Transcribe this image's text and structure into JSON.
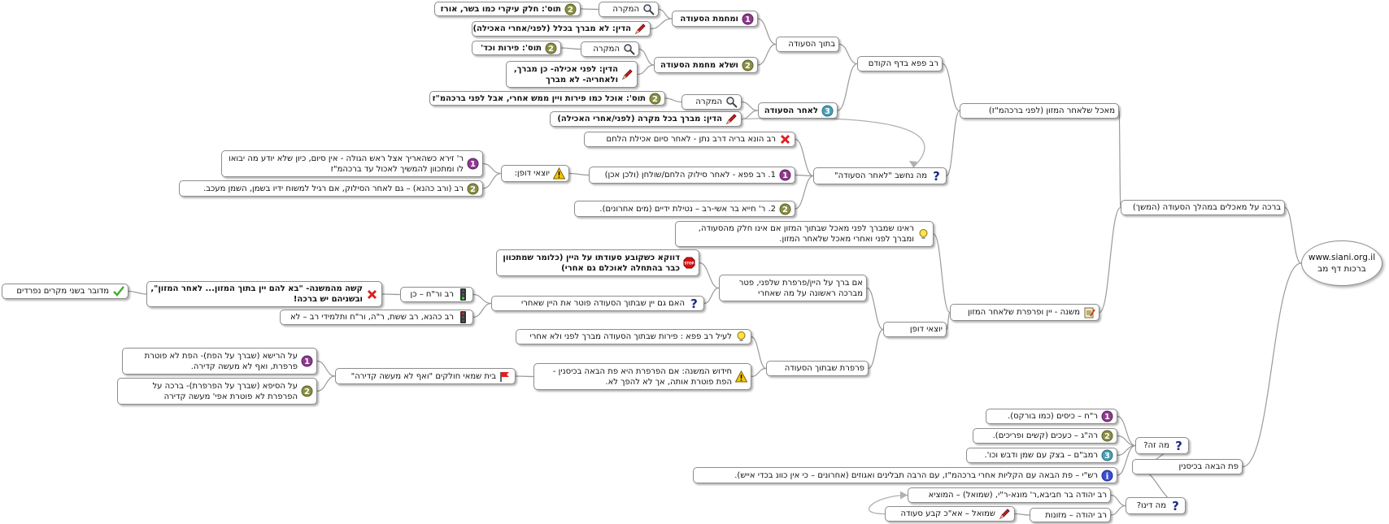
{
  "root": {
    "line1": "www.siani.org.il",
    "line2": "ברכות דף מב"
  },
  "nodes": {
    "b1": "ברכה על מאכלים במהלך הסעודה (המשך)",
    "b1_1": "מאכל שלאחר המזון (לפני ברכהמ\"ז)",
    "rp": "רב פפא בדף הקודם",
    "btoch": "בתוך הסעודה",
    "umach": "ומחמת הסעודה",
    "umach_mikre": "המקרה",
    "umach_tos": "תוס': חלק עיקרי כמו בשר, אורז",
    "umach_din": "הדין: לא מברך בכלל (לפני/אחרי האכילה)",
    "vlo": "ושלא מחמת הסעודה",
    "vlo_mikre": "המקרה",
    "vlo_tos": "תוס': פירות וכד'",
    "vlo_din": "הדין: לפני אכילה- כן מברך, ולאחריה- לא מברך",
    "achar": "לאחר הסעודה",
    "achar_mikre": "המקרה",
    "achar_tos": "תוס': אוכל כמו פירות ויין ממש אחרי, אבל לפני ברכהמ\"ז",
    "achar_din": "הדין: מברך בכל מקרה (לפני/אחרי האכילה)",
    "mah": "מה נחשב \"לאחר הסעודה\"",
    "rh": "רב הונא בריה דרב נתן - לאחר סיום אכילת הלחם",
    "rp1": "1. רב פפא - לאחר סילוק הלחם/שולחן (ולכן אכן)",
    "rchiya": "2. ר' חייא בר אשי-רב – נטילת ידיים (מים אחרונים).",
    "yotzei1": "יוצאי דופן:",
    "rz": "ר' זירא כשהאריך אצל ראש הגולה - אין סיום, כיון שלא יודע מה יבואו לו ומתכוון להמשיך לאכול עד ברכהמ\"ז",
    "rav": "רב (ורב כהנא) – גם לאחר הסילוק, אם רגיל למשוח ידיו בשמן, השמן מעכב.",
    "mishna": "משנה - יין ופרפרת שלאחר המזון",
    "raino": "ראינו שמברך לפני מאכל שבתוך המזון אם אינו חלק מהסעודה, ומברך לפני ואחרי מאכל שלאחר המזון.",
    "yotzei2": "יוצאי דופן",
    "barach": "אם ברך על היין/פרפרת שלפני, פטר מברכה ראשונה על מה שאחרי",
    "duka": "דווקא כשקובע סעודתו על היין (כלומר שמתכוון כבר בהתחלה לאוכלם גם אחרי)",
    "haim": "האם גם יין שבתוך הסעודה פוטר את היין שאחרי",
    "rav_rch": "רב ור\"ח – כן",
    "kashe": "קשה מהמשנה- \"בא להם יין בתוך המזון... לאחר המזון\", ובשניהם יש ברכה!",
    "medubar": "מדובר בשני מקרים נפרדים",
    "rk": "רב כהנא, רב ששת, ר\"ה, ור\"ח ותלמידי רב – לא",
    "parperet": "פרפרת שבתוך הסעודה",
    "leil": "לעיל רב פפא : פירות שבתוך הסעודה מברך לפני ולא אחרי",
    "chidush": "חידוש המשנה: אם הפרפרת היא פת הבאה בכיסנין - הפת פוטרת אותה, אך לא להפך לא.",
    "beit": "בית שמאי חולקים \"ואף לא מעשה קדירה\"",
    "resha": "על הרישא (שברך על הפת)- הפת לא פוטרת פרפרת, ואף לא מעשה קדירה.",
    "seifa": "על הסיפא (שברך על הפרפרת)- ברכה על הפרפרת לא פוטרת אפי' מעשה קדירה",
    "pat": "פת הבאה בכיסנין",
    "mahi": "מה זה?",
    "r_h": "ר\"ח – כיסים (כמו בורקס).",
    "r_h2": "רה\"ג – כעכים (קשים ופריכים).",
    "r_mb": "רמב\"ם – בצק עם שמן ודבש וכו'.",
    "rashi": "רש\"י – פת הבאה עם הקליות אחרי ברכהמ\"ז, עם הרבה תבלינים ואגוזים (אחרונים – כי אין כוונ בכדי אייש).",
    "dino": "מה דינו?",
    "ryh": "רב יהודה בר חביבא,ר' מונא-ר\"י, (שמואל) – המוציא",
    "ryh2": "רב יהודה – מזונות",
    "shmuel": "שמואל – אא\"כ קבע סעודה"
  },
  "icons": {
    "num1": "number-1-icon",
    "num2": "number-2-icon",
    "num3": "number-3-icon",
    "info": "info-icon",
    "question": "question-icon",
    "magnifier": "magnifier-icon",
    "pencil": "pencil-icon",
    "cross": "red-cross-icon",
    "warning": "warning-icon",
    "bulb": "lightbulb-icon",
    "memo": "memo-icon",
    "stop": "stop-sign-icon",
    "traffic": "traffic-light-icon",
    "flag": "flag-icon",
    "check": "check-icon"
  },
  "colors": {
    "num1": "#8e3b8e",
    "num2": "#8a8f45",
    "num3": "#4a9fb5",
    "info": "#3a4fd1",
    "question": "#1a2a80",
    "cross": "#e02020",
    "check": "#44b02a"
  }
}
